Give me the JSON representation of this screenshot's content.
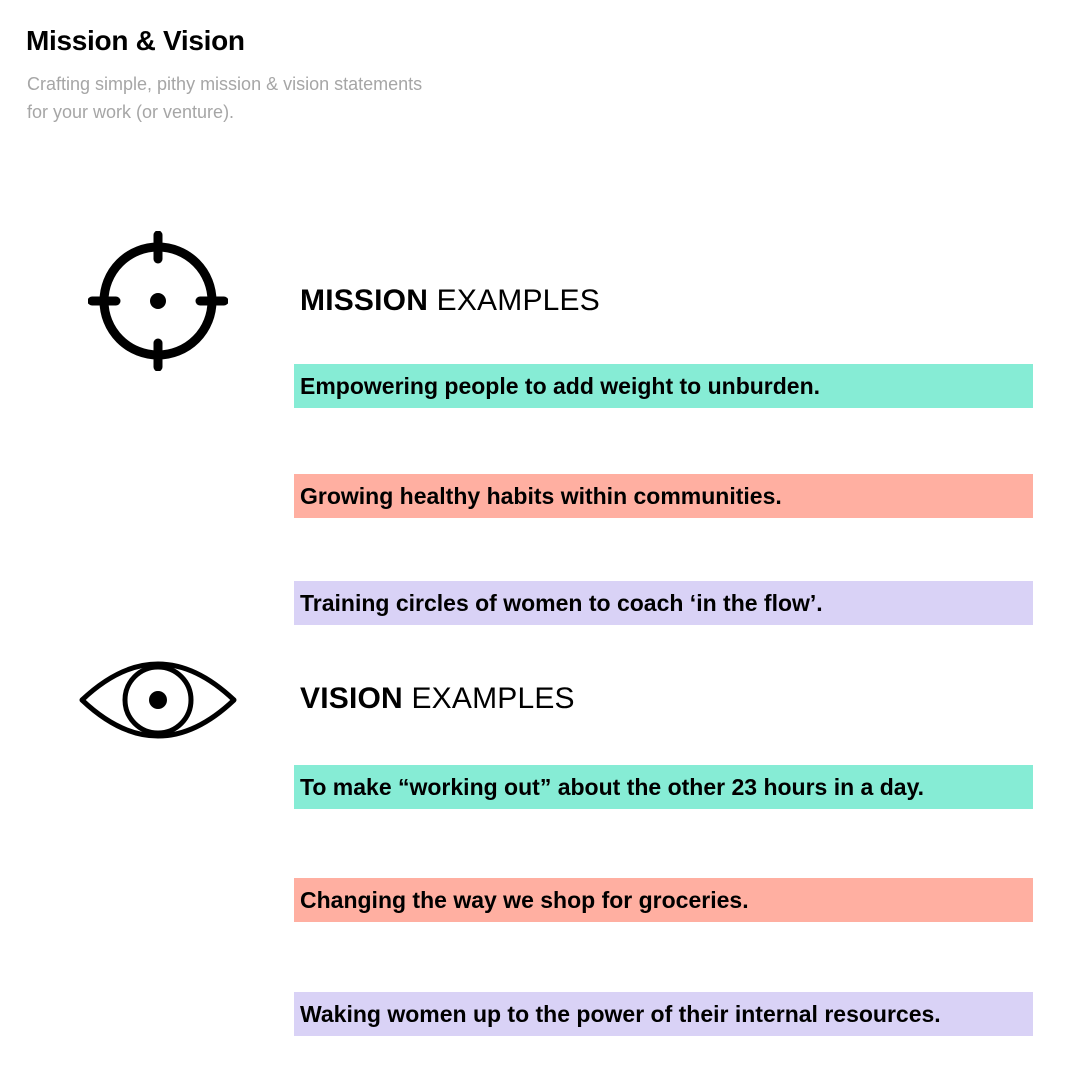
{
  "header": {
    "title": "Mission & Vision",
    "subtitle_lines": [
      "Crafting simple, pithy mission & vision statements",
      "for your work (or venture)."
    ]
  },
  "colors": {
    "mint": "#86ecd5",
    "salmon": "#ffafa1",
    "lavender": "#d9d2f6",
    "subtitle_gray": "#a6a6a6"
  },
  "mission": {
    "icon": "target-crosshair-icon",
    "heading_strong": "MISSION",
    "heading_rest": "EXAMPLES",
    "examples": [
      {
        "text": "Empowering people to add weight to unburden.",
        "color": "#86ecd5"
      },
      {
        "text": "Growing healthy habits within communities.",
        "color": "#ffafa1"
      },
      {
        "text": "Training circles of women to coach ‘in the flow’.",
        "color": "#d9d2f6"
      }
    ]
  },
  "vision": {
    "icon": "eye-icon",
    "heading_strong": "VISION",
    "heading_rest": "EXAMPLES",
    "examples": [
      {
        "text": "To make “working out” about the other 23 hours in a day.",
        "color": "#86ecd5"
      },
      {
        "text": "Changing the way we shop for groceries.",
        "color": "#ffafa1"
      },
      {
        "text": "Waking women up to the power of their internal resources.",
        "color": "#d9d2f6"
      }
    ]
  }
}
